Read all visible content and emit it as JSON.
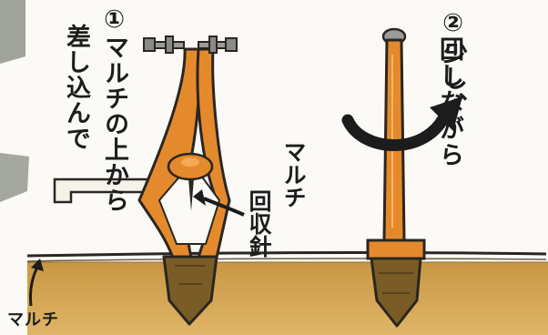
{
  "steps": {
    "step1": {
      "number": "①",
      "text": "マルチの上から"
    },
    "step1_cont": {
      "text": "差し込んで"
    },
    "step2": {
      "number": "②",
      "text": "少し、"
    },
    "step2_cont": {
      "text": "回しながら"
    }
  },
  "labels": {
    "tool_line1": "マルチ",
    "tool_line2": "回収針",
    "ground": "マルチ"
  },
  "colors": {
    "orange": "#e58a2c",
    "soil": "#d2a14d",
    "outline": "#2a2620"
  }
}
